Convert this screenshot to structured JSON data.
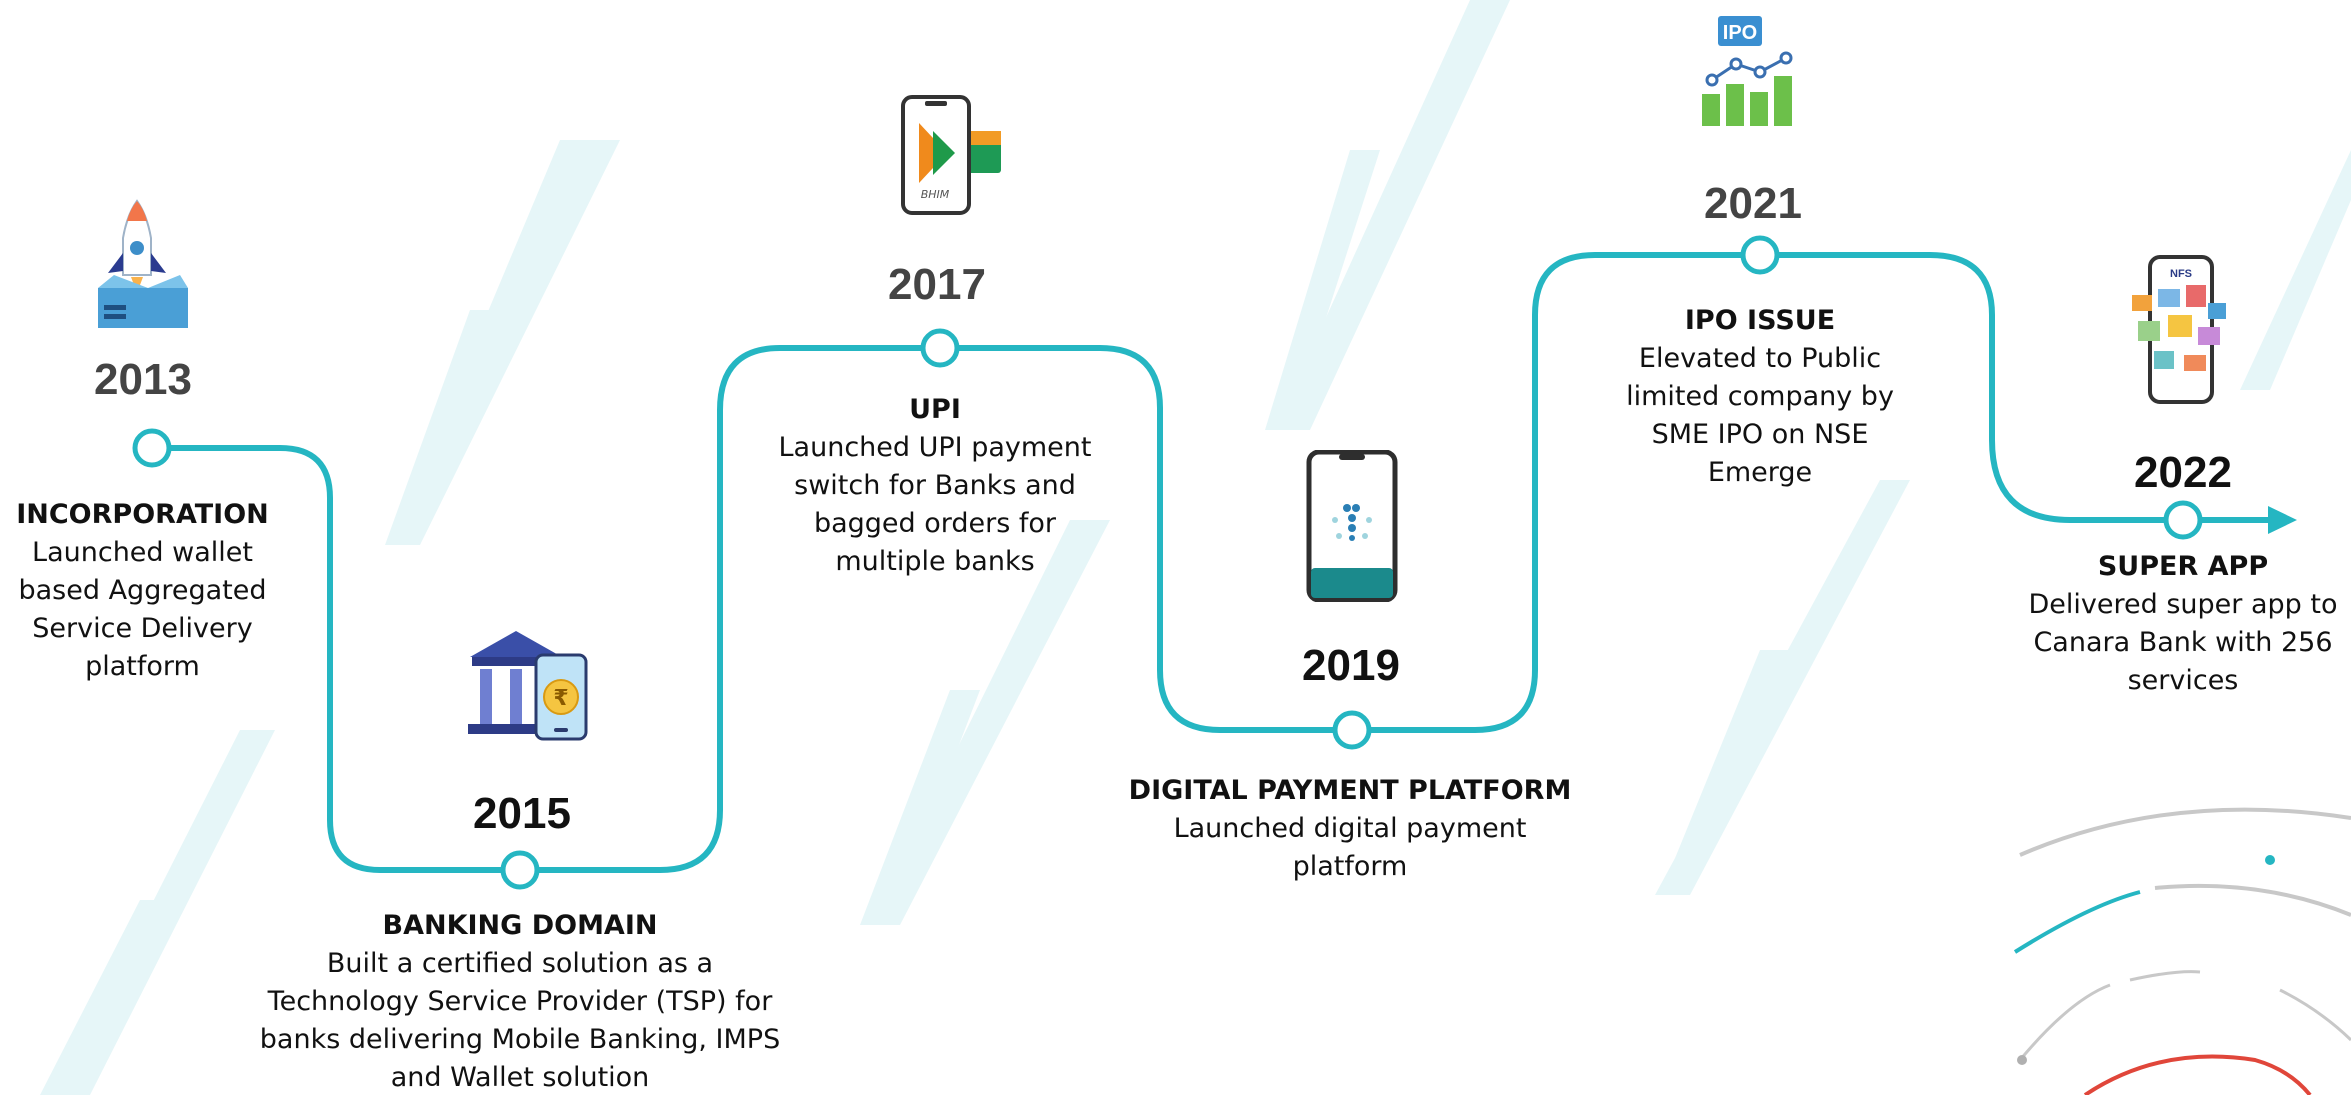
{
  "milestones": [
    {
      "year": "2013",
      "title": "INCORPORATION",
      "lines": [
        "Launched wallet",
        "based Aggregated",
        "Service Delivery",
        "platform"
      ],
      "icon": "rocket-box-icon"
    },
    {
      "year": "2015",
      "title": "BANKING DOMAIN",
      "lines": [
        "Built a certified solution as a",
        "Technology Service Provider (TSP) for",
        "banks delivering Mobile Banking, IMPS",
        "and Wallet solution"
      ],
      "icon": "bank-phone-icon"
    },
    {
      "year": "2017",
      "title": "UPI",
      "lines": [
        "Launched UPI payment",
        "switch for Banks and",
        "bagged orders for",
        "multiple banks"
      ],
      "icon": "bhim-phone-icon"
    },
    {
      "year": "2019",
      "title": "DIGITAL PAYMENT PLATFORM",
      "lines": [
        "Launched digital payment",
        "platform"
      ],
      "icon": "smartphone-icon"
    },
    {
      "year": "2021",
      "title": "IPO ISSUE",
      "lines": [
        "Elevated to Public",
        "limited company by",
        "SME IPO on NSE",
        "Emerge"
      ],
      "icon": "ipo-chart-icon",
      "icon_label": "IPO"
    },
    {
      "year": "2022",
      "title": "SUPER APP",
      "lines": [
        "Delivered super app to",
        "Canara Bank with 256",
        "services"
      ],
      "icon": "super-app-phone-icon"
    }
  ],
  "colors": {
    "path": "#25b6c2",
    "year": "#444444",
    "accent_red": "#e0463a",
    "stripe": "#e3f6f8"
  }
}
